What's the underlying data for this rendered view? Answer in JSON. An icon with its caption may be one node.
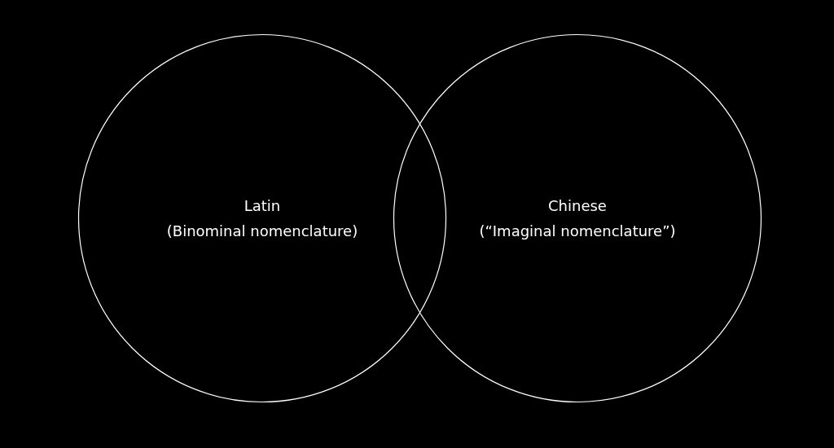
{
  "diagram": {
    "nodes": [
      {
        "text": [
          "Latin",
          "(Binominal nomenclature)"
        ]
      },
      {
        "text": [
          "Chinese",
          "(“Imaginal nomenclature”)"
        ]
      }
    ]
  }
}
